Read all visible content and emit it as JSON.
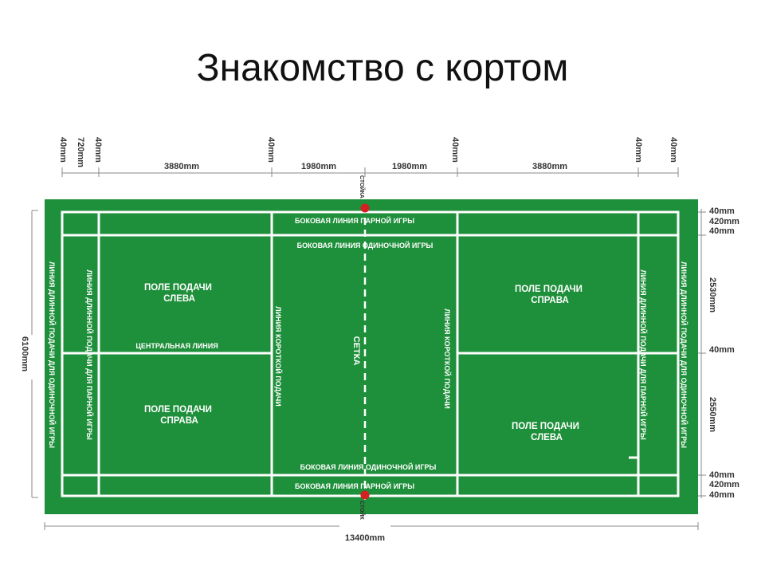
{
  "title": "Знакомство с кортом",
  "colors": {
    "court": "#1e8f3a",
    "lines": "#ffffff",
    "post": "#d42020",
    "dim": "#888888"
  },
  "top_dims": {
    "d40a": "40mm",
    "d720": "720mm",
    "d40b": "40mm",
    "d3880a": "3880mm",
    "d40c": "40mm",
    "d1980a": "1980mm",
    "d1980b": "1980mm",
    "d40d": "40mm",
    "d3880b": "3880mm",
    "d40e": "40mm",
    "d40f": "40mm"
  },
  "right_dims": {
    "r40a": "40mm",
    "r420a": "420mm",
    "r40b": "40mm",
    "r2530": "2530mm",
    "r40c": "40mm",
    "r2550": "2550mm",
    "r40d": "40mm",
    "r420b": "420mm",
    "r40e": "40mm"
  },
  "left_dim": "6100mm",
  "bottom_dim": "13400mm",
  "labels": {
    "doubles_side_top": "БОКОВАЯ ЛИНИЯ ПАРНОЙ ИГРЫ",
    "singles_side_top": "БОКОВАЯ ЛИНИЯ ОДИНОЧНОЙ ИГРЫ",
    "singles_side_bottom": "БОКОВАЯ ЛИНИЯ ОДИНОЧНОЙ ИГРЫ",
    "doubles_side_bottom": "БОКОВАЯ ЛИНИЯ ПАРНОЙ ИГРЫ",
    "center_line": "ЦЕНТРАЛЬНАЯ ЛИНИЯ",
    "net": "СЕТКА",
    "post_top": "СТОЙКА",
    "post_bottom": "СТОЙКА",
    "short_service_left": "ЛИНИЯ КОРОТКОЙ ПОДАЧИ",
    "short_service_right": "ЛИНИЯ КОРОТКОЙ ПОДАЧИ",
    "long_service_singles_left": "ЛИНИЯ ДЛИННОЙ ПОДАЧИ ДЛЯ ОДИНОЧНОЙ ИГРЫ",
    "long_service_doubles_left": "ЛИНИЯ ДЛИННОЙ ПОДАЧИ ДЛЯ ПАРНОЙ ИГРЫ",
    "long_service_doubles_right": "ЛИНИЯ ДЛИННОЙ ПОДАЧИ ДЛЯ ПАРНОЙ ИГРЫ",
    "long_service_singles_right": "ЛИНИЯ ДЛИННОЙ ПОДАЧИ ДЛЯ ОДИНОЧНОЙ ИГРЫ"
  },
  "zones": {
    "left_top": [
      "ПОЛЕ ПОДАЧИ",
      "СЛЕВА"
    ],
    "left_bottom": [
      "ПОЛЕ ПОДАЧИ",
      "СПРАВА"
    ],
    "right_top": [
      "ПОЛЕ ПОДАЧИ",
      "СПРАВА"
    ],
    "right_bottom": [
      "ПОЛЕ ПОДАЧИ",
      "СЛЕВА"
    ]
  }
}
